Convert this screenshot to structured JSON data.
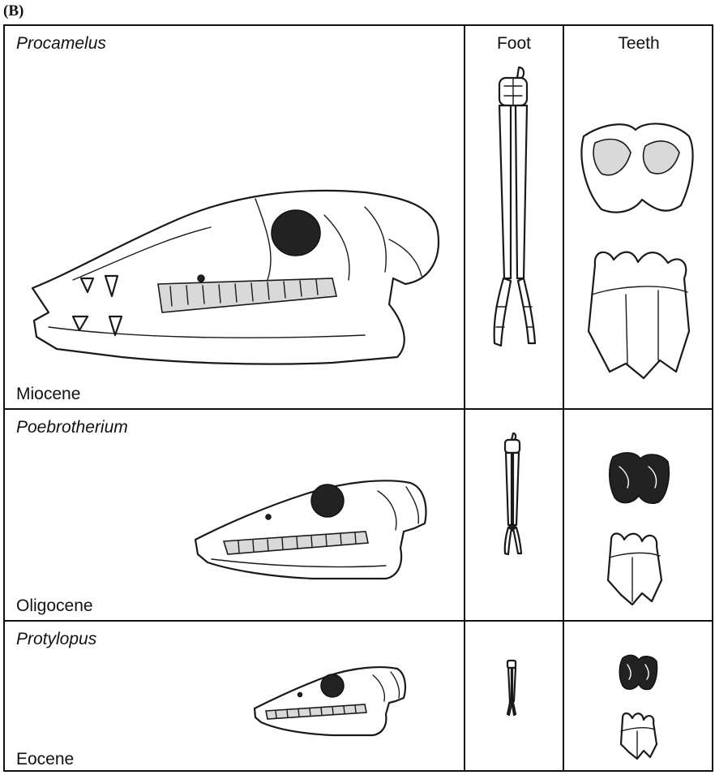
{
  "panel_label": "(B)",
  "columns": {
    "foot": "Foot",
    "teeth": "Teeth"
  },
  "rows": [
    {
      "genus": "Procamelus",
      "epoch": "Miocene"
    },
    {
      "genus": "Poebrotherium",
      "epoch": "Oligocene"
    },
    {
      "genus": "Protylopus",
      "epoch": "Eocene"
    }
  ]
}
